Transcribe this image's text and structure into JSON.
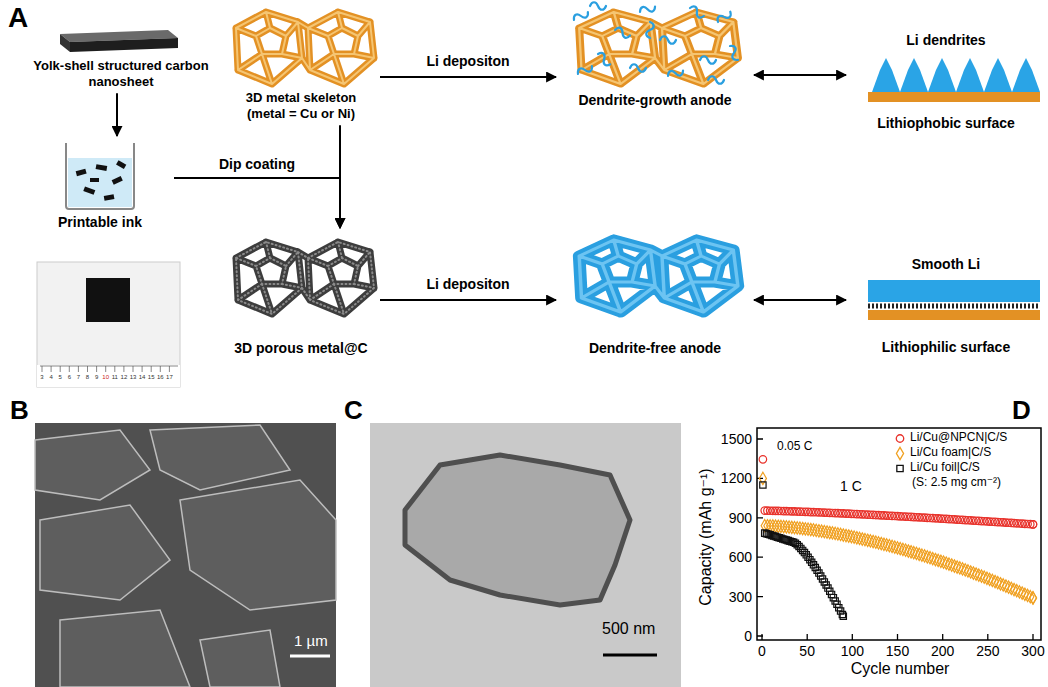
{
  "diagram": {
    "nodes": [
      {
        "text": [
          "Yolk-shell structured carbon nanosheet"
        ]
      },
      {
        "text": [
          "3D metal skeleton (metal = Cu or Ni)"
        ]
      },
      {
        "text": [
          "Dendrite-growth anode"
        ]
      },
      {
        "text": [
          "Li dendrites",
          "Lithiophobic surface"
        ]
      },
      {
        "text": [
          "Printable ink"
        ]
      },
      {
        "text": [
          "3D porous metal@C"
        ]
      },
      {
        "text": [
          "Dendrite-free anode"
        ]
      },
      {
        "text": [
          "Smooth Li",
          "Lithiophilic surface"
        ]
      }
    ],
    "edges": [
      {
        "from": 1,
        "to": 2,
        "arrow": "to",
        "label": "Li depositon"
      },
      {
        "from": 2,
        "to": 3,
        "arrow": "both"
      },
      {
        "from": 0,
        "to": 4,
        "arrow": "to"
      },
      {
        "from": 1,
        "to": 5,
        "arrow": "to"
      },
      {
        "from": 4,
        "to": 5,
        "arrow": "to",
        "label": "Dip coating"
      },
      {
        "from": 5,
        "to": 6,
        "arrow": "to",
        "label": "Li depositon"
      },
      {
        "from": 6,
        "to": 7,
        "arrow": "both"
      }
    ],
    "labels": [
      "A",
      "3",
      "4",
      "5",
      "6",
      "7",
      "8",
      "9",
      "10",
      "11",
      "12",
      "13",
      "14",
      "15",
      "16",
      "17",
      "B",
      "1 µm",
      "C",
      "500 nm",
      "D",
      "Capacity (mAh g⁻¹)",
      "0",
      "300",
      "600",
      "900",
      "1200",
      "1500",
      "0",
      "50",
      "100",
      "150",
      "200",
      "250",
      "300",
      "Cycle number",
      "0.05 C",
      "1 C",
      "(S: 2.5 mg cm⁻²)"
    ],
    "legend": [
      {
        "text": "Li/Cu@NPCN|C/S"
      },
      {
        "text": "Li/Cu foam|C/S"
      },
      {
        "text": "Li/Cu foil|C/S"
      }
    ]
  }
}
